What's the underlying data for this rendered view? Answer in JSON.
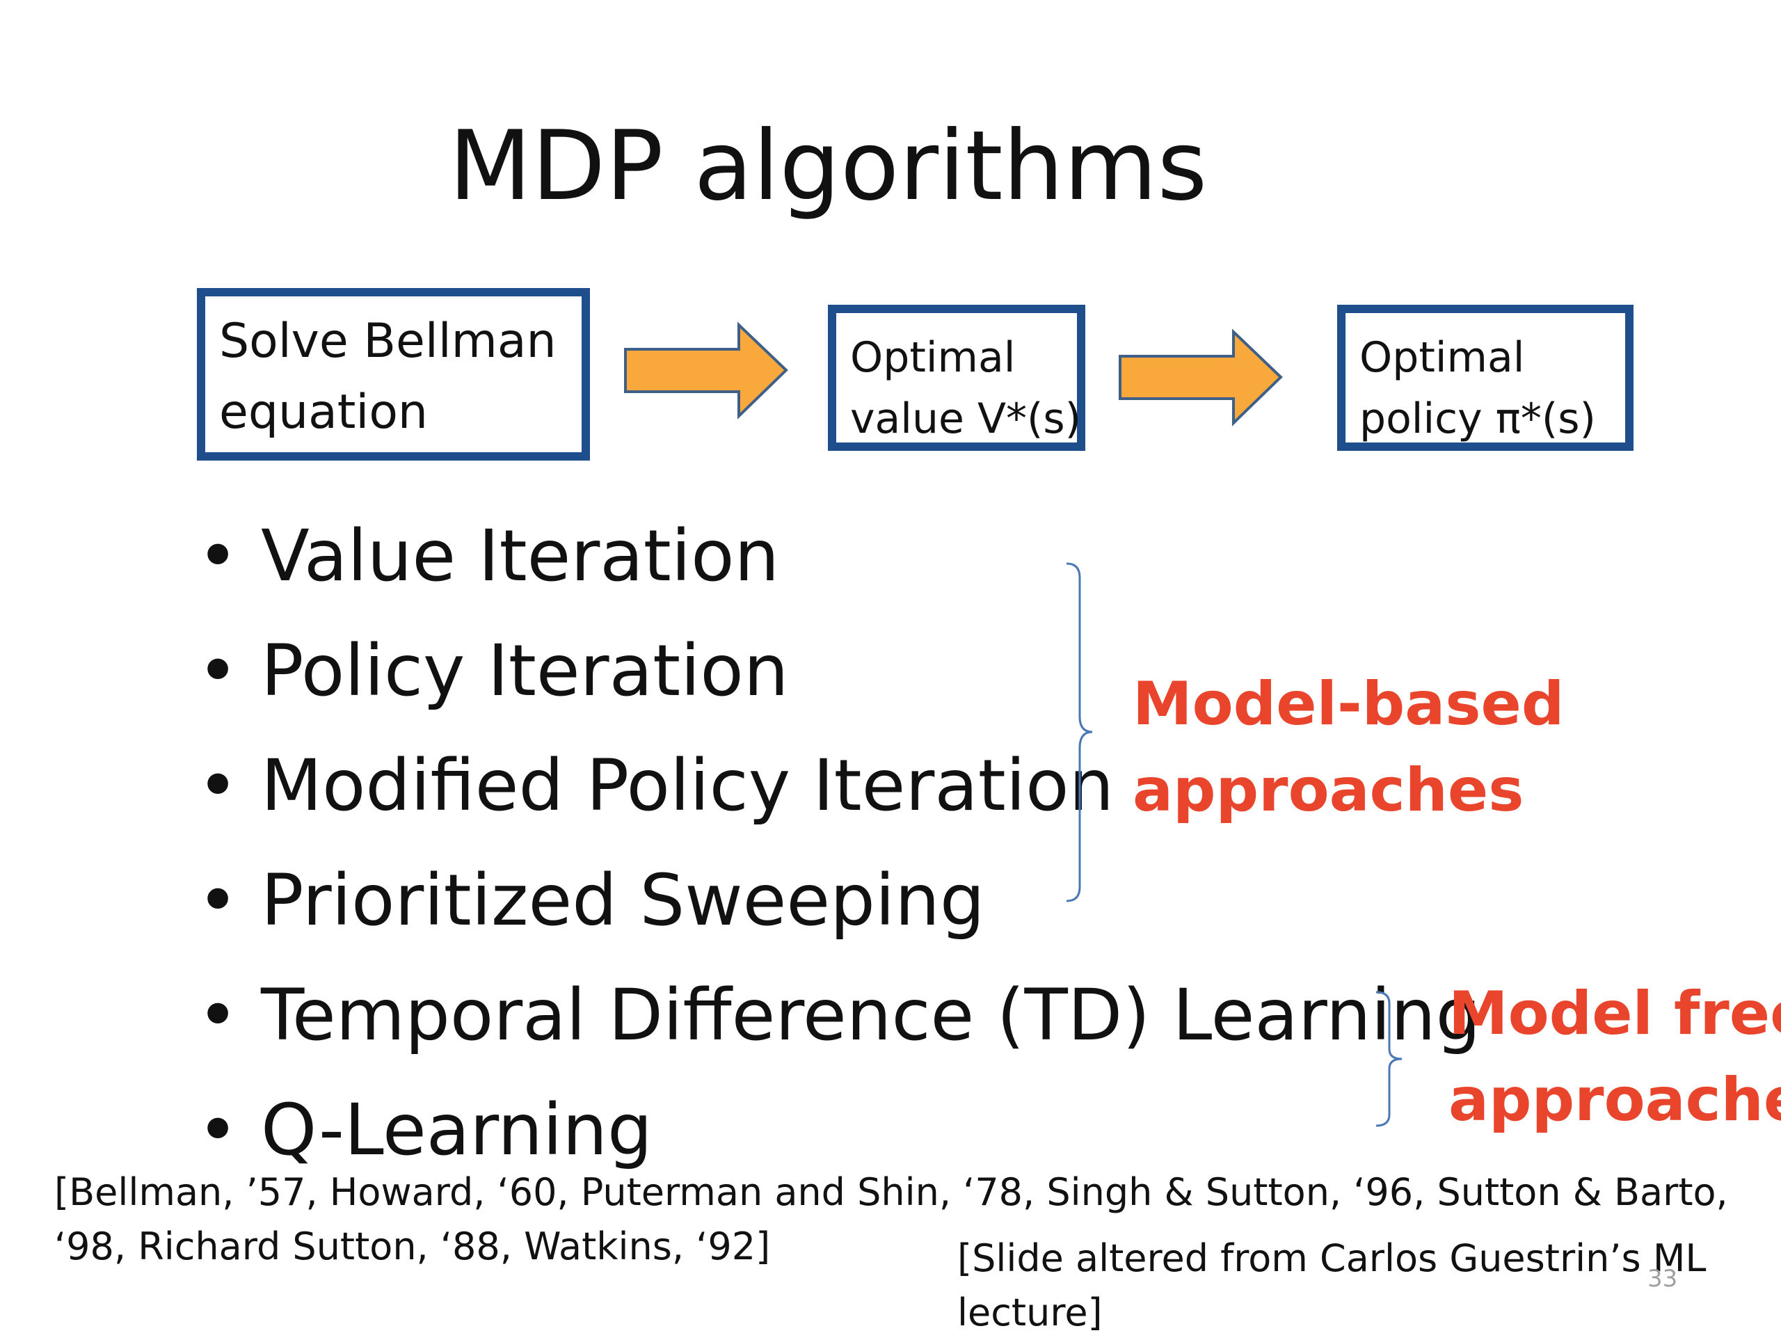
{
  "slide": {
    "title": "MDP algorithms",
    "flow": [
      {
        "lines": [
          "Solve Bellman",
          "equation"
        ]
      },
      {
        "lines": [
          "Optimal",
          "value V*(s)"
        ]
      },
      {
        "lines": [
          "Optimal",
          "policy π*(s)"
        ]
      }
    ],
    "bullets": [
      "Value Iteration",
      "Policy Iteration",
      "Modified Policy Iteration",
      "Prioritized Sweeping",
      "Temporal Difference (TD) Learning",
      "Q-Learning"
    ],
    "groups": {
      "model_based": [
        "Model-based",
        "approaches"
      ],
      "model_free": [
        "Model free",
        "approaches"
      ]
    },
    "citation": [
      "[Bellman, ’57, Howard, ‘60, Puterman and Shin, ‘78, Singh & Sutton, ‘96,  Sutton & Barto,",
      "‘98, Richard Sutton, ‘88, Watkins, ‘92]"
    ],
    "credit": [
      "[Slide altered from Carlos Guestrin’s ML",
      "lecture]"
    ],
    "page_number": "33",
    "colors": {
      "box_border": "#1f4e8c",
      "arrow_fill": "#f9a93b",
      "arrow_stroke": "#3e5f87",
      "accent_red": "#e8452c",
      "brace": "#4a78b5"
    }
  }
}
